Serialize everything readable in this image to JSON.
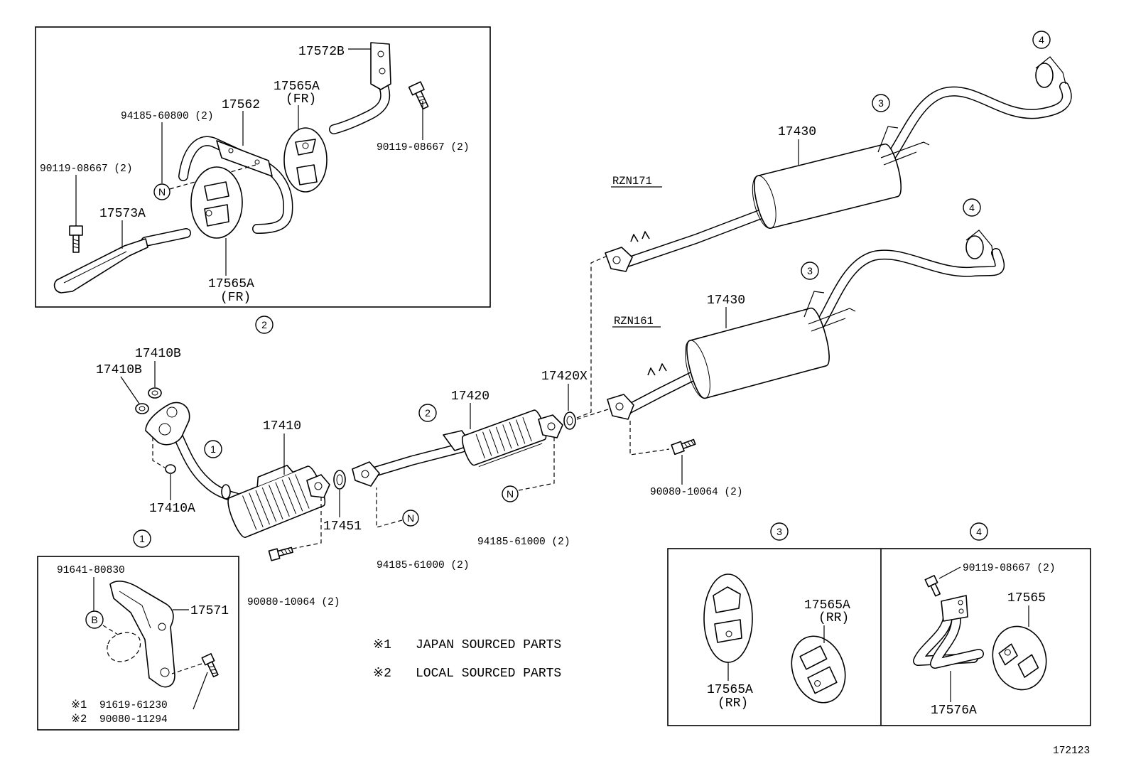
{
  "figure_number": "172123",
  "callouts": {
    "c1": "1",
    "c2": "2",
    "c3": "3",
    "c4": "4",
    "n": "N",
    "b": "B"
  },
  "top_box": {
    "part_17572b": "17572B",
    "part_17565a_upper": "17565A",
    "part_17565a_upper_pos": "(FR)",
    "part_17562": "17562",
    "nut_94185_60800": "94185-60800 (2)",
    "bolt_90119_08667_right": "90119-08667 (2)",
    "bolt_90119_08667_left": "90119-08667 (2)",
    "part_17573a": "17573A",
    "part_17565a_lower": "17565A",
    "part_17565a_lower_pos": "(FR)"
  },
  "main": {
    "gasket_17410b_upper": "17410B",
    "gasket_17410b_lower": "17410B",
    "converter_17410": "17410",
    "nut_17410a": "17410A",
    "gasket_17451": "17451",
    "pipe_17420": "17420",
    "gasket_17420x": "17420X",
    "nut_94185_61000_right": "94185-61000 (2)",
    "nut_94185_61000_left": "94185-61000 (2)",
    "bolt_90080_10064_left": "90080-10064 (2)",
    "bolt_90080_10064_right": "90080-10064 (2)",
    "model_upper": "RZN171",
    "model_lower": "RZN161",
    "muffler_upper": "17430",
    "muffler_lower": "17430"
  },
  "bracket_box": {
    "bolt_91641_80830": "91641-80830",
    "bracket_17571": "17571",
    "japan_mark": "※1",
    "japan_bolt": "91619-61230",
    "local_mark": "※2",
    "local_bolt": "90080-11294"
  },
  "notes": {
    "note1_mark": "※1",
    "note1_text": "JAPAN SOURCED PARTS",
    "note2_mark": "※2",
    "note2_text": "LOCAL SOURCED PARTS"
  },
  "rear_box": {
    "hanger_17565a_left": "17565A",
    "hanger_17565a_left_pos": "(RR)",
    "hanger_17565a_right": "17565A",
    "hanger_17565a_right_pos": "(RR)",
    "bolt_90119_08667": "90119-08667 (2)",
    "hanger_17565": "17565",
    "bracket_17576a": "17576A"
  }
}
